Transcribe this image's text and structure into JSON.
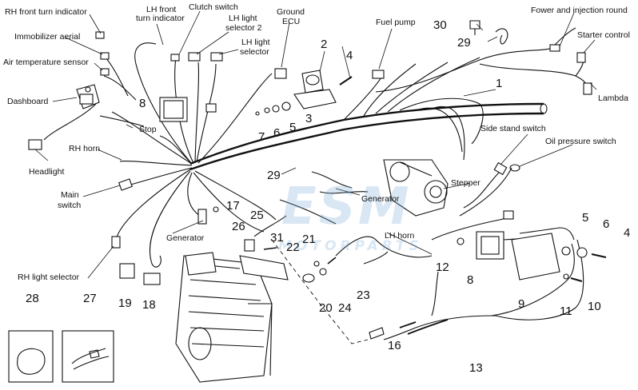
{
  "labels": {
    "rh_front_turn": "RH front turn indicator",
    "immobilizer": "Immobilizer aerial",
    "air_temp": "Air temperature sensor",
    "dashboard": "Dashboard",
    "headlight": "Headlight",
    "rh_horn": "RH horn",
    "main_switch_1": "Main",
    "main_switch_2": "switch",
    "rh_light_selector": "RH light selector",
    "generator_left": "Generator",
    "generator_mid": "Generator",
    "stop": "Stop",
    "lh_front_turn_1": "LH front",
    "lh_front_turn_2": "turn indicator",
    "clutch_switch": "Clutch switch",
    "lh_light_sel2_1": "LH light",
    "lh_light_sel2_2": "selector 2",
    "lh_light_sel_1": "LH light",
    "lh_light_sel_2": "selector",
    "ground_ecu_1": "Ground",
    "ground_ecu_2": "ECU",
    "fuel_pump": "Fuel pump",
    "fower_injection": "Fower and injection round",
    "starter_control": "Starter control",
    "lambda": "Lambda",
    "side_stand": "Side stand switch",
    "oil_pressure": "Oil pressure switch",
    "stepper": "Stepper",
    "lh_horn": "LH horn"
  },
  "numbers": {
    "n1": "1",
    "n2": "2",
    "n3": "3",
    "n4": "4",
    "n5": "5",
    "n6": "6",
    "n7": "7",
    "n8": "8",
    "n5b": "5",
    "n6b": "6",
    "n4b": "4",
    "n8b": "8",
    "n9": "9",
    "n10": "10",
    "n11": "11",
    "n12": "12",
    "n13": "13",
    "n16": "16",
    "n17": "17",
    "n18": "18",
    "n19": "19",
    "n20": "20",
    "n21": "21",
    "n22": "22",
    "n23": "23",
    "n24": "24",
    "n25": "25",
    "n26": "26",
    "n27": "27",
    "n28": "28",
    "n29": "29",
    "n29b": "29",
    "n30": "30",
    "n31": "31"
  },
  "watermark": {
    "logo": "ESM",
    "text": "MOTORPARTS"
  }
}
